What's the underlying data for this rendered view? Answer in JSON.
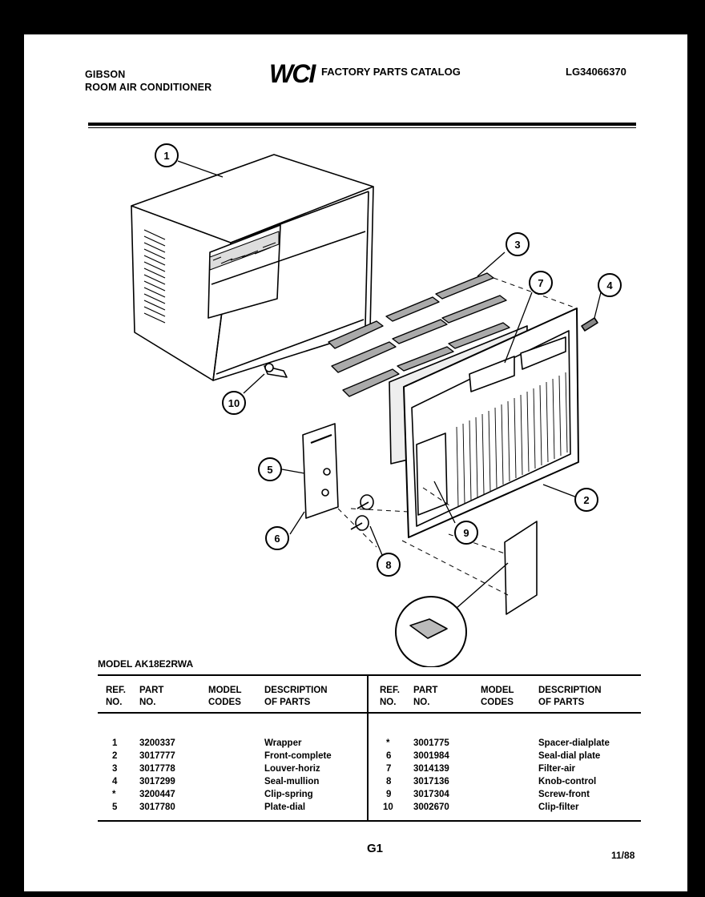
{
  "header": {
    "brand": "GIBSON",
    "product": "ROOM AIR CONDITIONER",
    "logo_text": "WCI",
    "catalog_title": "FACTORY PARTS CATALOG",
    "document_number": "LG34066370"
  },
  "diagram": {
    "callouts": [
      "1",
      "2",
      "3",
      "4",
      "5",
      "6",
      "7",
      "8",
      "9",
      "10"
    ]
  },
  "model_line": "MODEL AK18E2RWA",
  "table": {
    "headers": {
      "ref": [
        "REF.",
        "NO."
      ],
      "part": [
        "PART",
        "NO."
      ],
      "model": [
        "MODEL",
        "CODES"
      ],
      "desc": [
        "DESCRIPTION",
        "OF PARTS"
      ]
    },
    "left_rows": [
      {
        "ref": "1",
        "part": "3200337",
        "model": "",
        "desc": "Wrapper"
      },
      {
        "ref": "2",
        "part": "3017777",
        "model": "",
        "desc": "Front-complete"
      },
      {
        "ref": "3",
        "part": "3017778",
        "model": "",
        "desc": "Louver-horiz"
      },
      {
        "ref": "4",
        "part": "3017299",
        "model": "",
        "desc": "Seal-mullion"
      },
      {
        "ref": "*",
        "part": "3200447",
        "model": "",
        "desc": "Clip-spring"
      },
      {
        "ref": "5",
        "part": "3017780",
        "model": "",
        "desc": "Plate-dial"
      }
    ],
    "right_rows": [
      {
        "ref": "*",
        "part": "3001775",
        "model": "",
        "desc": "Spacer-dialplate"
      },
      {
        "ref": "6",
        "part": "3001984",
        "model": "",
        "desc": "Seal-dial plate"
      },
      {
        "ref": "7",
        "part": "3014139",
        "model": "",
        "desc": "Filter-air"
      },
      {
        "ref": "8",
        "part": "3017136",
        "model": "",
        "desc": "Knob-control"
      },
      {
        "ref": "9",
        "part": "3017304",
        "model": "",
        "desc": "Screw-front"
      },
      {
        "ref": "10",
        "part": "3002670",
        "model": "",
        "desc": "Clip-filter"
      }
    ]
  },
  "footer": {
    "page_code": "G1",
    "date_code": "11/88"
  }
}
